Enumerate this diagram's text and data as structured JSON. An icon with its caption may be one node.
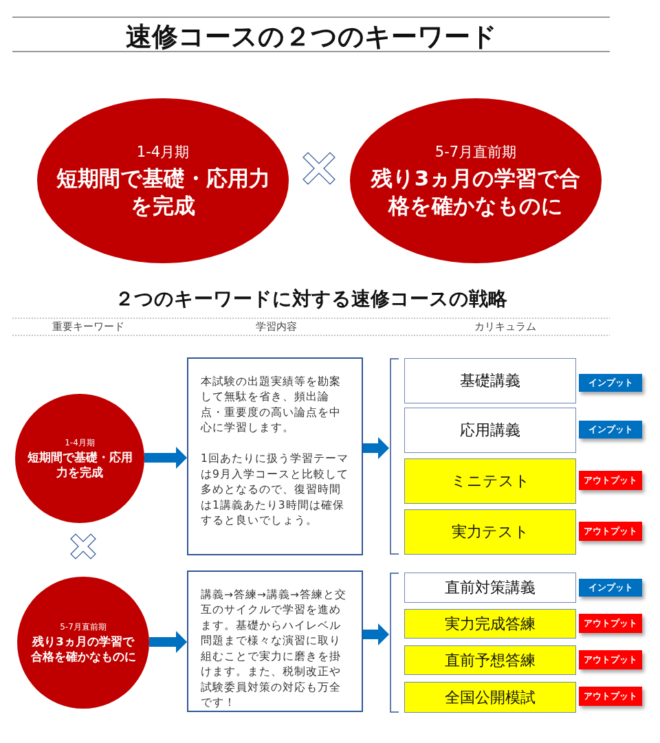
{
  "diagram": {
    "title": "速修コースの２つのキーワード",
    "nodes": [
      {
        "text": [
          "1-4月期",
          "短期間で基礎・応用力を完成"
        ]
      },
      {
        "text": [
          "5-7月直前期",
          "残り3ヵ月の学習で合格を確かなものに"
        ]
      },
      {
        "text": [
          "1-4月期",
          "短期間で基礎・応用力を完成"
        ]
      },
      {
        "text": [
          "本試験の出題実績等を勘案して無駄を省き、頻出論点・重要度の高い論点を中心に学習します。",
          "1回あたりに扱う学習テーマは9月入学コースと比較して多めとなるので、復習時間は1講義あたり3時間は確保すると良いでしょう。"
        ]
      },
      {
        "text": [],
        "shape": "bracket"
      },
      {
        "text": [
          "基礎講義"
        ]
      },
      {
        "text": [
          "インプット"
        ]
      },
      {
        "text": [
          "応用講義"
        ]
      },
      {
        "text": [
          "インプット"
        ]
      },
      {
        "text": [
          "ミニテスト"
        ]
      },
      {
        "text": [
          "アウトプット"
        ]
      },
      {
        "text": [
          "実力テスト"
        ]
      },
      {
        "text": [
          "アウトプット"
        ]
      },
      {
        "text": [
          "5-7月直前期",
          "残り3ヵ月の学習で合格を確かなものに"
        ]
      },
      {
        "text": [
          "講義→答練→講義→答練と交互のサイクルで学習を進めます。基礎からハイレベル問題まで様々な演習に取り組むことで実力に磨きを掛けます。また、税制改正や試験委員対策の対応も万全です！"
        ]
      },
      {
        "text": [],
        "shape": "bracket"
      },
      {
        "text": [
          "直前対策講義"
        ]
      },
      {
        "text": [
          "インプット"
        ]
      },
      {
        "text": [
          "実力完成答練"
        ]
      },
      {
        "text": [
          "アウトプット"
        ]
      },
      {
        "text": [
          "直前予想答練"
        ]
      },
      {
        "text": [
          "アウトプット"
        ]
      },
      {
        "text": [
          "全国公開模試"
        ]
      },
      {
        "text": [
          "アウトプット"
        ]
      }
    ],
    "edges": [
      {
        "from": 2,
        "to": 3,
        "arrow": "to"
      },
      {
        "from": 3,
        "to": 4,
        "arrow": "to"
      },
      {
        "from": 13,
        "to": 14,
        "arrow": "to"
      },
      {
        "from": 14,
        "to": 15,
        "arrow": "to"
      }
    ],
    "labels": [
      "２つのキーワードに対する速修コースの戦略",
      "重要キーワード",
      "学習内容",
      "カリキュラム"
    ]
  }
}
